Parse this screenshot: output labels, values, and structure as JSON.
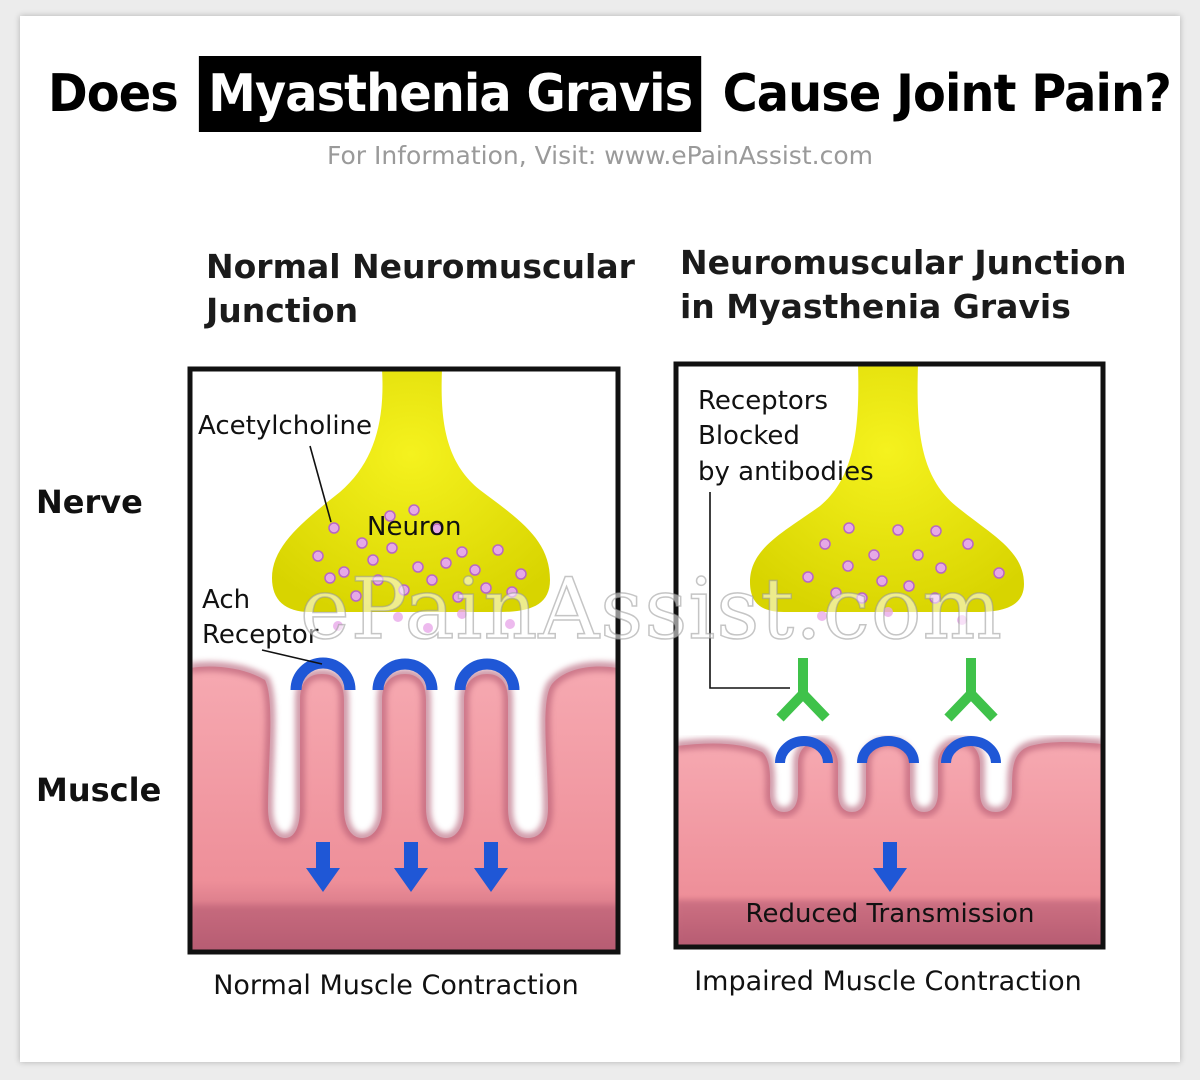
{
  "title": {
    "before": "Does",
    "highlight": "Myasthenia Gravis",
    "after": "Cause Joint Pain?"
  },
  "subtitle": "For Information, Visit: www.ePainAssist.com",
  "side_labels": {
    "nerve": "Nerve",
    "muscle": "Muscle"
  },
  "left_panel": {
    "title_line1": "Normal Neuromuscular",
    "title_line2": "Junction",
    "acetylcholine": "Acetylcholine",
    "neuron": "Neuron",
    "ach_line1": "Ach",
    "ach_line2": "Receptor",
    "caption": "Normal Muscle Contraction"
  },
  "right_panel": {
    "title_line1": "Neuromuscular Junction",
    "title_line2": "in Myasthenia Gravis",
    "blocked_line1": "Receptors",
    "blocked_line2": "Blocked",
    "blocked_line3": "by antibodies",
    "transmission": "Reduced Transmission",
    "caption": "Impaired Muscle Contraction"
  },
  "watermark": "ePainAssist.com",
  "colors": {
    "neuron": "#e7e300",
    "vesicle": "#d58fd8",
    "muscle": "#ef919b",
    "muscle_shadow": "#b55a70",
    "receptor": "#1f57d6",
    "antibody": "#3fc24a",
    "arrow": "#1f57d6"
  }
}
